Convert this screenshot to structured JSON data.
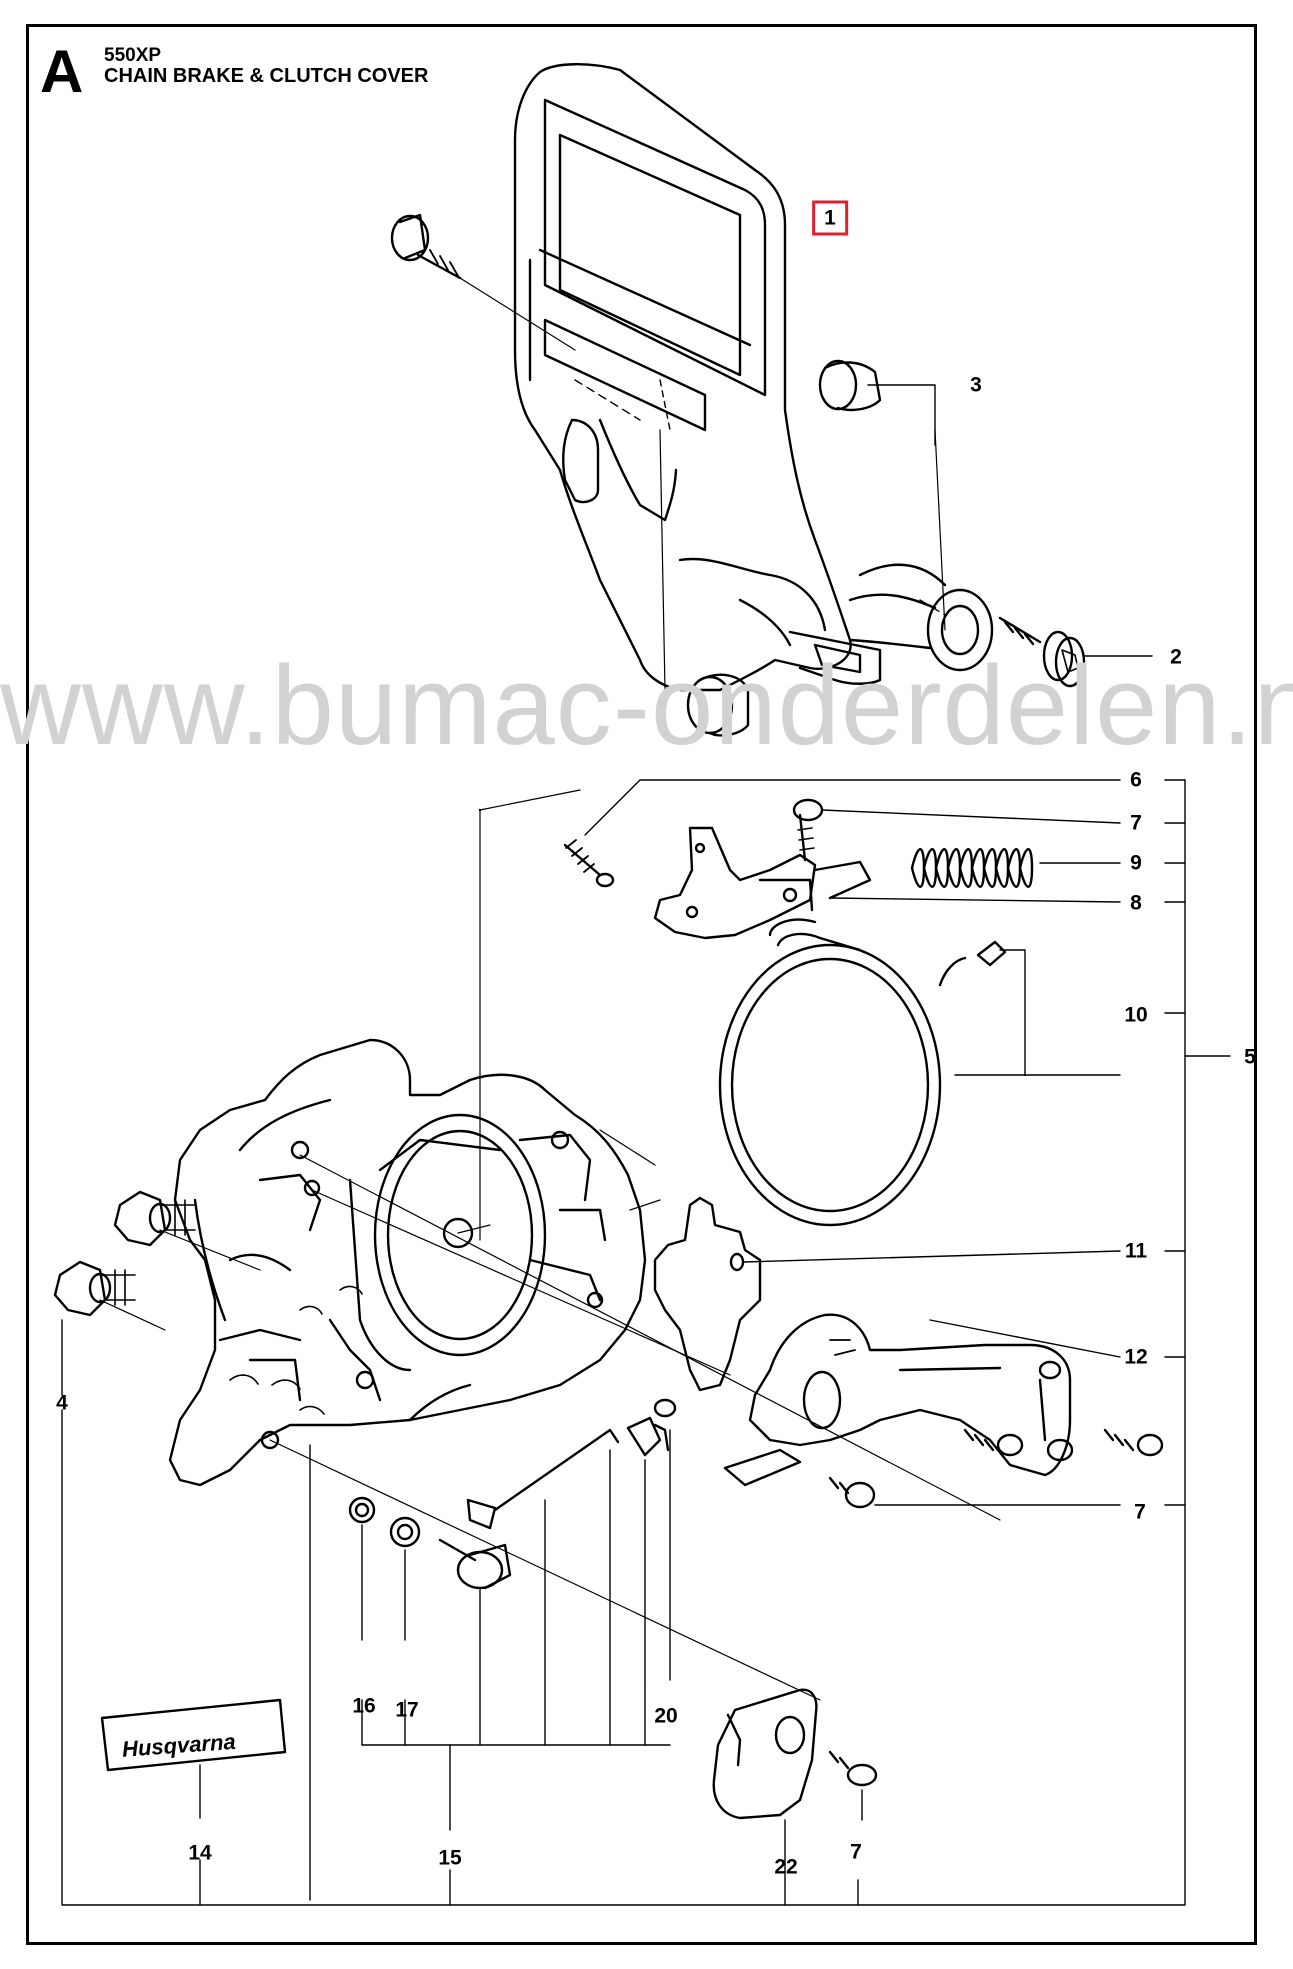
{
  "header": {
    "section_letter": "A",
    "model": "550XP",
    "title": "CHAIN BRAKE & CLUTCH COVER"
  },
  "watermark": "www.bumac-onderdelen.nl",
  "brand": "Husqvarna",
  "highlight_color": "#e0202e",
  "callouts": [
    {
      "id": "c1",
      "label": "1",
      "highlighted": true
    },
    {
      "id": "c2",
      "label": "2"
    },
    {
      "id": "c3",
      "label": "3"
    },
    {
      "id": "c4",
      "label": "4"
    },
    {
      "id": "c5",
      "label": "5"
    },
    {
      "id": "c6",
      "label": "6"
    },
    {
      "id": "c7a",
      "label": "7"
    },
    {
      "id": "c8",
      "label": "8"
    },
    {
      "id": "c9",
      "label": "9"
    },
    {
      "id": "c10",
      "label": "10"
    },
    {
      "id": "c11",
      "label": "11"
    },
    {
      "id": "c12",
      "label": "12"
    },
    {
      "id": "c7b",
      "label": "7"
    },
    {
      "id": "c14",
      "label": "14"
    },
    {
      "id": "c15",
      "label": "15"
    },
    {
      "id": "c16",
      "label": "16"
    },
    {
      "id": "c17",
      "label": "17"
    },
    {
      "id": "c20",
      "label": "20"
    },
    {
      "id": "c22",
      "label": "22"
    },
    {
      "id": "c7c",
      "label": "7"
    }
  ]
}
